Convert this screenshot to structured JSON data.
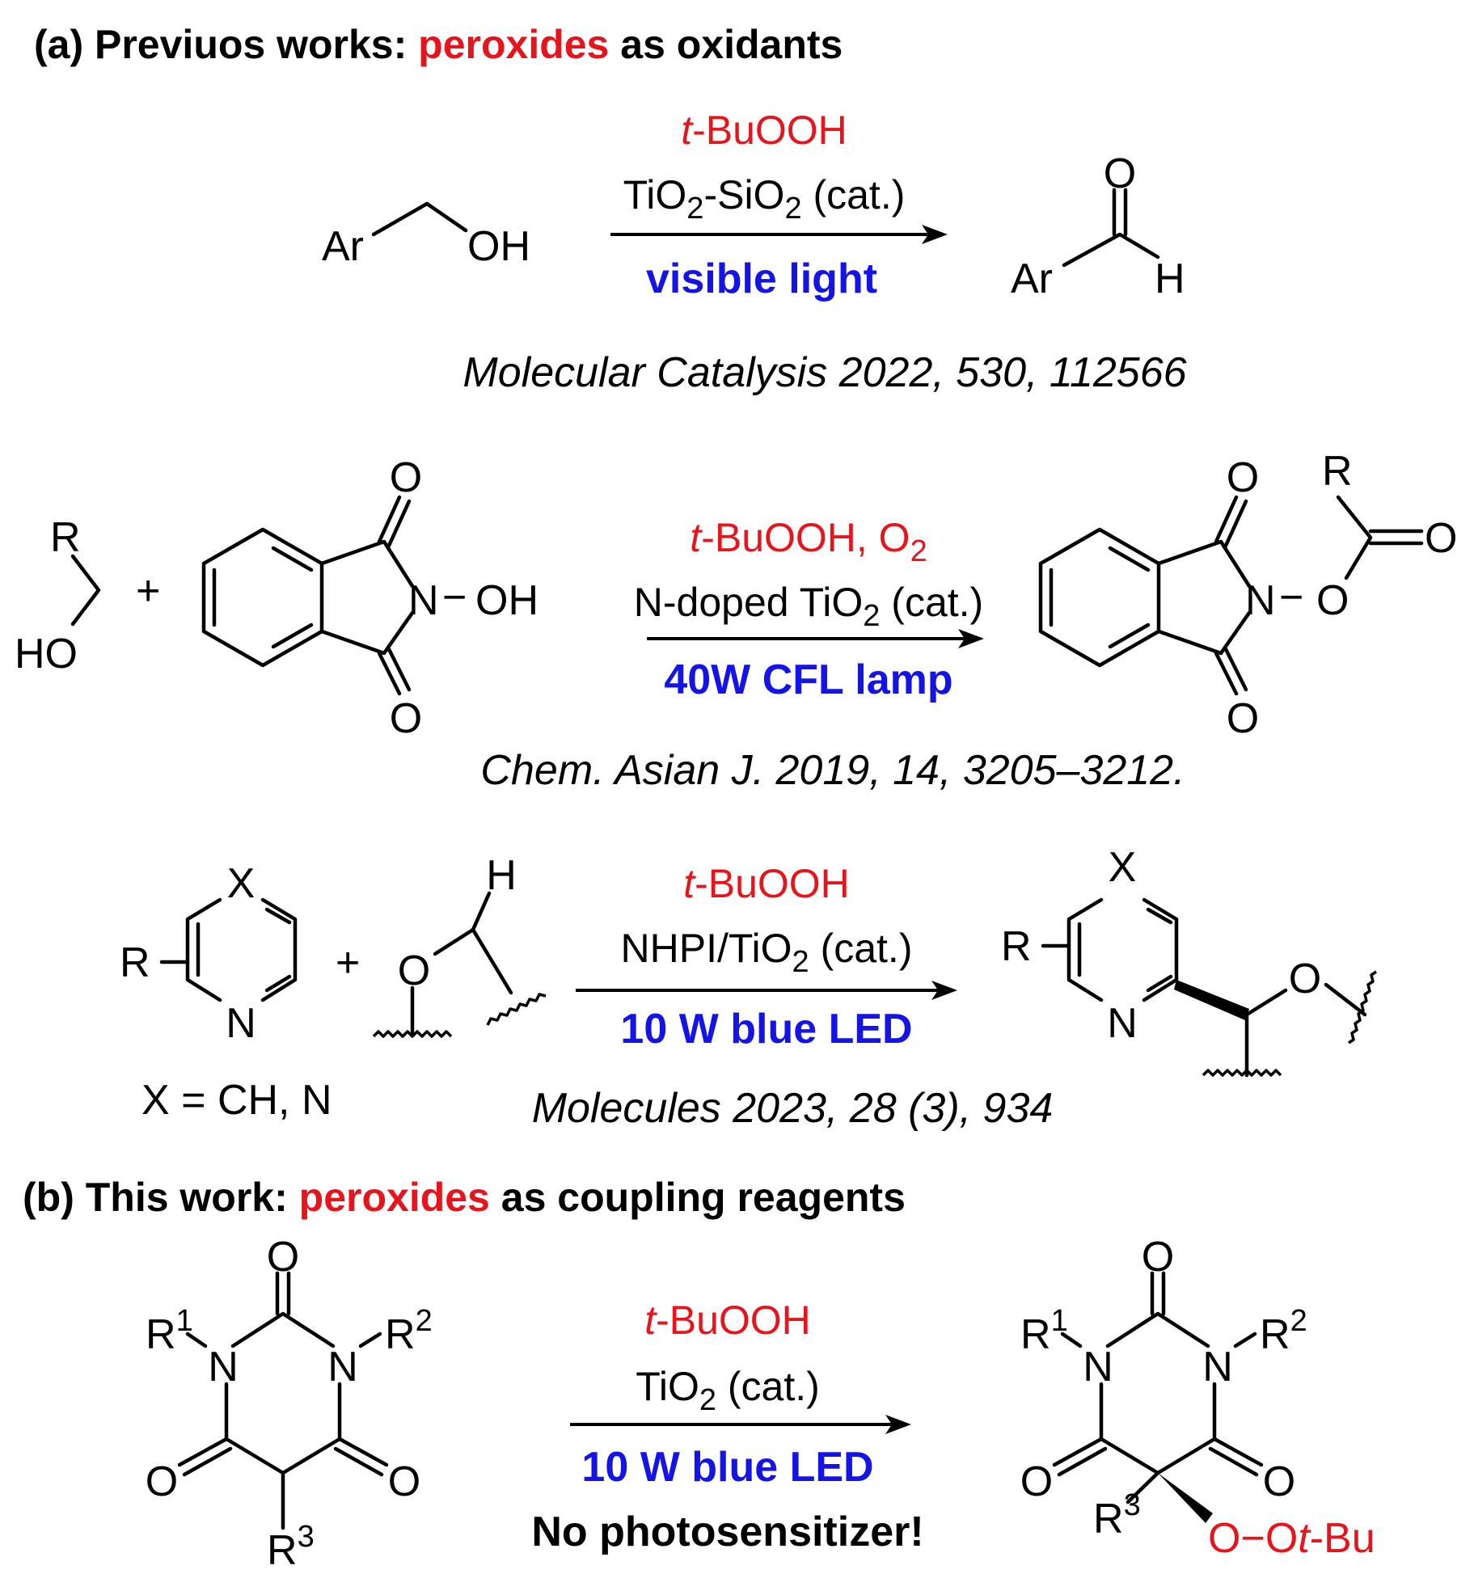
{
  "section_a": {
    "prefix": "(a) Previuos works: ",
    "highlight": "peroxides",
    "suffix": " as oxidants"
  },
  "reaction1": {
    "reagent_italic": "t",
    "reagent_rest": "-BuOOH",
    "catalyst_parts": [
      "TiO",
      "2",
      "-SiO",
      "2",
      " (cat.)"
    ],
    "condition": "visible light",
    "reference": "Molecular Catalysis 2022, 530, 112566",
    "sm_labels": [
      "Ar",
      "OH"
    ],
    "product_labels": [
      "O",
      "Ar",
      "H"
    ]
  },
  "reaction2": {
    "reagent_italic": "t",
    "reagent_rest": "-BuOOH, O",
    "reagent_sub": "2",
    "catalyst_parts": [
      "N-doped TiO",
      "2",
      " (cat.)"
    ],
    "condition": "40W CFL lamp",
    "reference": "Chem. Asian J. 2019, 14, 3205–3212.",
    "plus": "+",
    "sm1_labels": [
      "R",
      "HO"
    ],
    "nhpi_labels": [
      "O",
      "O",
      "N",
      "−",
      "OH"
    ],
    "product_labels": [
      "O",
      "O",
      "N",
      "−",
      "O",
      "R",
      "O"
    ]
  },
  "reaction3": {
    "reagent_italic": "t",
    "reagent_rest": "-BuOOH",
    "catalyst_parts": [
      "NHPI/TiO",
      "2",
      " (cat.)"
    ],
    "condition": "10 W blue LED",
    "reference": "Molecules 2023, 28 (3), 934",
    "x_note": "X = CH, N",
    "plus": "+",
    "sm1_labels": [
      "X",
      "R",
      "N"
    ],
    "ether_labels": [
      "H",
      "O"
    ],
    "product_labels": [
      "X",
      "R",
      "N",
      "O"
    ]
  },
  "section_b": {
    "prefix": "(b) This work: ",
    "highlight": "peroxides",
    "suffix": " as coupling reagents"
  },
  "reaction4": {
    "reagent_italic": "t",
    "reagent_rest": "-BuOOH",
    "catalyst_parts": [
      "TiO",
      "2",
      " (cat.)"
    ],
    "condition": "10 W blue LED",
    "note": "No photosensitizer!",
    "sm_labels": {
      "o_top": "O",
      "r1": "R",
      "r1_sup": "1",
      "r2": "R",
      "r2_sup": "2",
      "n_left": "N",
      "n_right": "N",
      "o_left": "O",
      "o_right": "O",
      "r3": "R",
      "r3_sup": "3"
    },
    "product_labels": {
      "o_top": "O",
      "r1": "R",
      "r1_sup": "1",
      "r2": "R",
      "r2_sup": "2",
      "n_left": "N",
      "n_right": "N",
      "o_left": "O",
      "o_right": "O",
      "r3": "R",
      "r3_sup": "3",
      "peroxy_o1": "O",
      "peroxy_dash": "−",
      "peroxy_o2": "O",
      "peroxy_t": "t",
      "peroxy_bu": "-Bu"
    }
  },
  "colors": {
    "highlight_red": "#e8141b",
    "condition_blue": "#1414e6",
    "text_black": "#000000"
  }
}
